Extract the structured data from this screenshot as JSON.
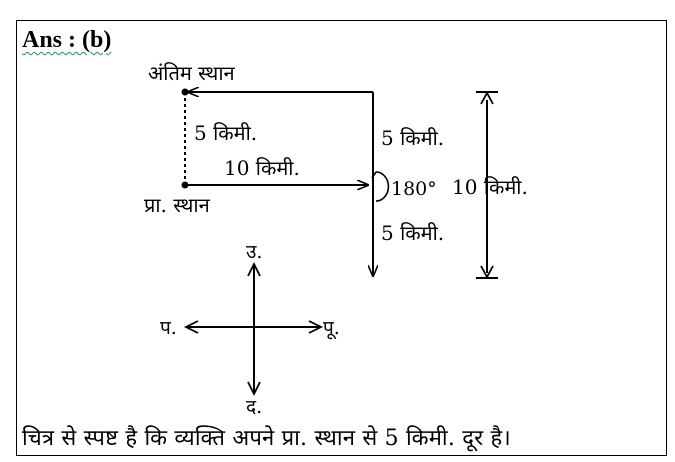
{
  "answer": "Ans : (b)",
  "labels": {
    "final_position": "अंतिम स्थान",
    "start_position": "प्रा. स्थान",
    "dotted_segment": "5 किमी.",
    "east_segment": "10 किमी.",
    "upper_vertical": "5 किमी.",
    "lower_vertical": "5 किमी.",
    "angle": "180°",
    "total_vertical": "10 किमी."
  },
  "compass": {
    "north": "उ.",
    "south": "द.",
    "east": "पू.",
    "west": "प."
  },
  "conclusion": "चित्र से स्पष्ट है कि व्यक्ति अपने प्रा. स्थान से 5 किमी. दूर है।"
}
